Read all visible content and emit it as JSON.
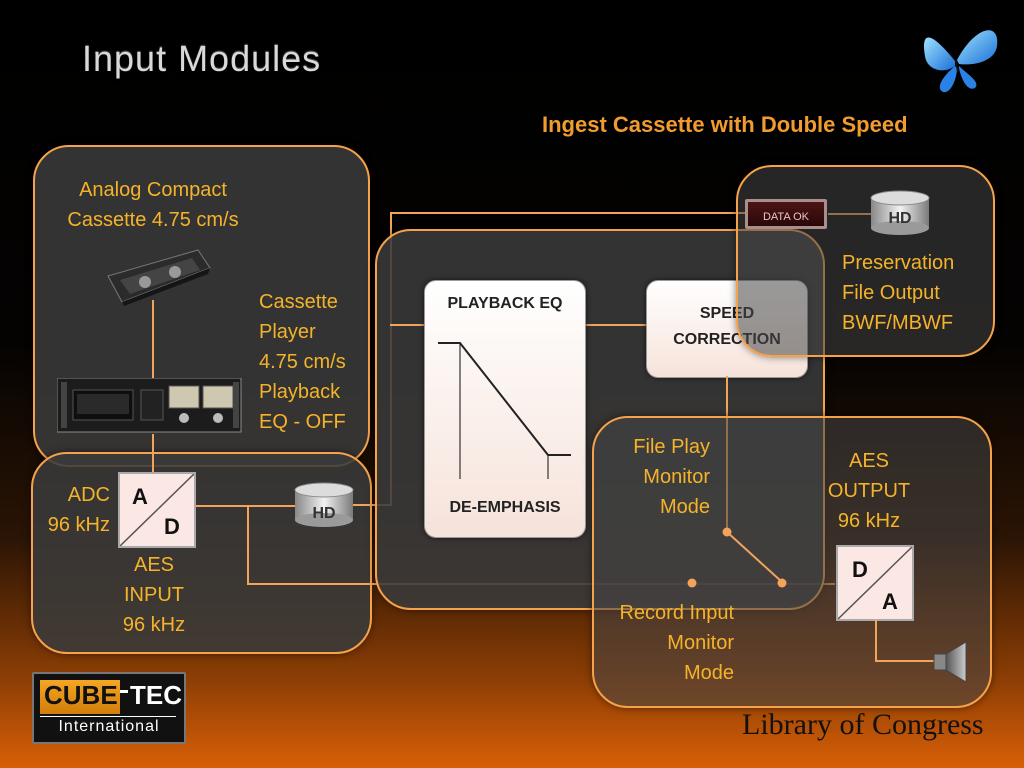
{
  "title": "Input Modules",
  "subtitle": "Ingest Cassette with Double Speed",
  "source": {
    "label_line1": "Analog Compact",
    "label_line2": "Cassette 4.75 cm/s",
    "player_lines": [
      "Cassette",
      "Player",
      "4.75 cm/s",
      "Playback",
      "EQ - OFF"
    ]
  },
  "adc": {
    "label_line1": "ADC",
    "label_line2": "96 kHz",
    "top_letter": "A",
    "bottom_letter": "D",
    "aes_lines": [
      "AES",
      "INPUT",
      "96 kHz"
    ]
  },
  "hd_label": "HD",
  "eq_box": {
    "top": "PLAYBACK EQ",
    "bottom": "DE-EMPHASIS"
  },
  "speed_box": {
    "line1": "SPEED",
    "line2": "CORRECTION"
  },
  "data_ok": "DATA OK",
  "preservation": [
    "Preservation",
    "File Output",
    "BWF/MBWF"
  ],
  "file_play": [
    "File Play",
    "Monitor",
    "Mode"
  ],
  "record_input": [
    "Record Input",
    "Monitor",
    "Mode"
  ],
  "dac": {
    "aes_lines": [
      "AES",
      "OUTPUT",
      "96 kHz"
    ],
    "top_letter": "D",
    "bottom_letter": "A"
  },
  "logo": {
    "cube": "CUBE",
    "tec": "TEC",
    "intl": "International"
  },
  "footer": "Library of Congress",
  "colors": {
    "accent": "#f6a24a",
    "label_yellow": "#f5b32a",
    "title_orange": "#f29b2f"
  }
}
